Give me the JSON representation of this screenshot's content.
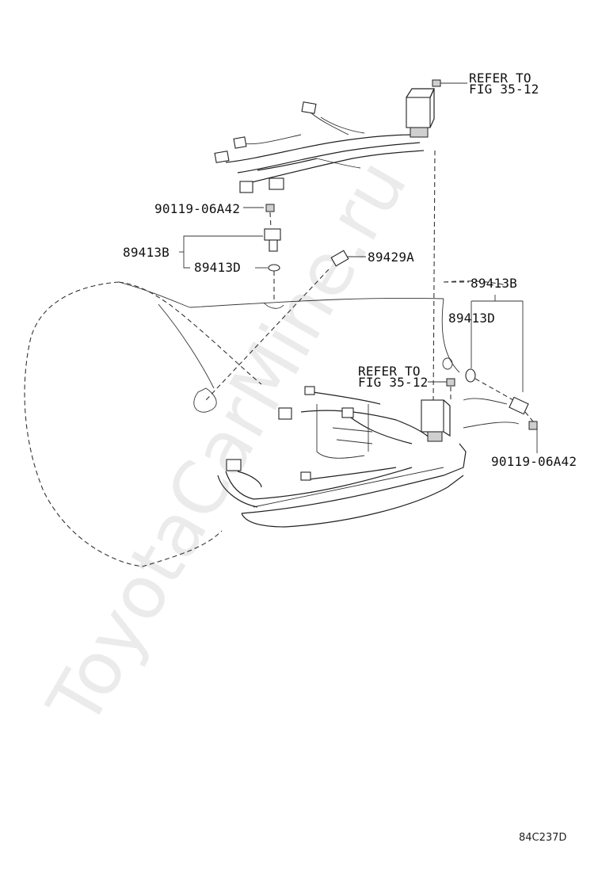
{
  "labels": {
    "refer_top_line1": "REFER TO",
    "refer_top_line2": "FIG 35-12",
    "bolt_left": "90119-06A42",
    "sensor_left_main": "89413B",
    "sensor_left_sub": "89413D",
    "sensor_center": "89429A",
    "sensor_right_main": "89413B",
    "sensor_right_sub": "89413D",
    "refer_mid_line1": "REFER TO",
    "refer_mid_line2": "FIG 35-12",
    "bolt_right": "90119-06A42"
  },
  "watermark": "ToyotaCarMine.ru",
  "diagram_code": "84C237D",
  "colors": {
    "ink": "#222222",
    "watermark": "#dcdcdc"
  }
}
